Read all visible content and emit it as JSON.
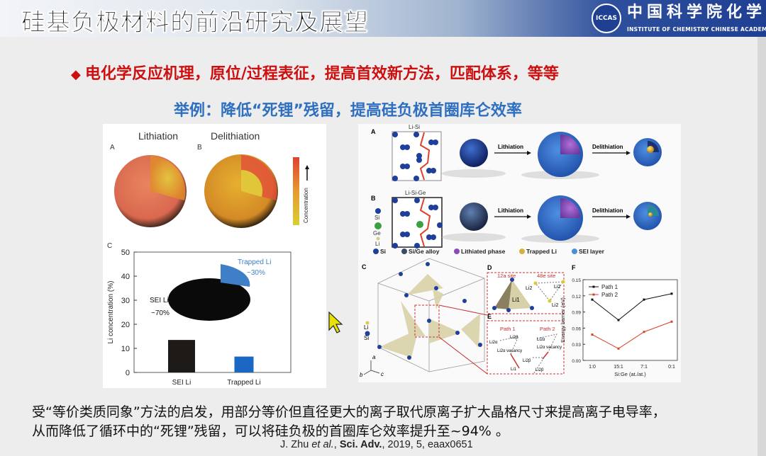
{
  "header": {
    "title": "硅基负极材料的前沿研究及展望",
    "logo_text": "ICCAS",
    "org_cn": "中国科学院化学研",
    "org_en": "INSTITUTE OF CHEMISTRY  CHINESE ACADEMY"
  },
  "bullet": {
    "icon": "diamond-icon",
    "text": "电化学反应机理，原位/过程表征，提高首效新方法，匹配体系，等等"
  },
  "subtitle": "举例：降低“死锂”残留，提高硅负极首圈库仑效率",
  "left_figure": {
    "label_a": "A",
    "label_b": "B",
    "label_c": "C",
    "lithiation": "Lithiation",
    "delithiation": "Delithiation",
    "colorbar_label": "Concentration",
    "pie": {
      "sei_label": "SEI Li",
      "sei_pct": "~70%",
      "trapped_label": "Trapped Li",
      "trapped_pct": "~30%",
      "sei_color": "#0a0a0a",
      "trapped_color": "#3f7fc8"
    }
  },
  "right_figure": {
    "label_a": "A",
    "label_b": "B",
    "label_c": "C",
    "label_d": "D",
    "label_e": "E",
    "label_f": "F",
    "lattice_a": "Li-Si",
    "lattice_b": "Li-Si-Ge",
    "side_legend": [
      "Si",
      "Ge",
      "Li"
    ],
    "lithiation": "Lithiation",
    "delithiation": "Delithiation",
    "legend": [
      {
        "label": "Si",
        "color": "#1f3f9a"
      },
      {
        "label": "Si/Ge alloy",
        "color": "#3a4a66"
      },
      {
        "label": "Lithiated phase",
        "color": "#8a4bb8"
      },
      {
        "label": "Trapped Li",
        "color": "#d9b03a"
      },
      {
        "label": "SEI layer",
        "color": "#4a90d9"
      }
    ],
    "c_legend": [
      "Li",
      "Si"
    ],
    "axes": [
      "a",
      "b",
      "c"
    ],
    "d": {
      "site1": "12a site",
      "site2": "48e site",
      "li1": "Li1",
      "li2": "Li2"
    },
    "e": {
      "path1": "Path 1",
      "path2": "Path 2",
      "li2a": "Li2α",
      "li2b": "Li2β",
      "vacancy": "Li2α vacancy",
      "li1": "Li1"
    }
  },
  "chart_data": [
    {
      "type": "bar",
      "title": "",
      "categories": [
        "SEI Li",
        "Trapped Li"
      ],
      "values": [
        13.5,
        6.6
      ],
      "colors": [
        "#1e1a18",
        "#1b67c4"
      ],
      "xlabel": "",
      "ylabel": "Li concentration (%)",
      "ylim": [
        0,
        50
      ],
      "yticks": [
        0,
        10,
        20,
        30,
        40,
        50
      ],
      "grid": false
    },
    {
      "type": "line",
      "title": "",
      "categories": [
        "1:0",
        "15:1",
        "7:1",
        "0:1"
      ],
      "xlabel": "Si:Ge (at./at.)",
      "ylabel": "Energy barrier (eV)",
      "ylim": [
        0,
        0.15
      ],
      "yticks": [
        "0.00",
        "0.03",
        "0.06",
        "0.09",
        "0.12",
        "0.15"
      ],
      "legend": "top-left",
      "grid": false,
      "series": [
        {
          "name": "Path 1",
          "color": "#111111",
          "values": [
            0.113,
            0.075,
            0.113,
            0.124
          ]
        },
        {
          "name": "Path 2",
          "color": "#d9402a",
          "values": [
            0.048,
            0.022,
            0.053,
            0.072
          ]
        }
      ]
    }
  ],
  "body": {
    "line1": "受“等价类质同象”方法的启发，用部分等价但直径更大的离子取代原离子扩大晶格尺寸来提高离子电导率，",
    "line2": "从而降低了循环中的“死锂”残留，可以将硅负极的首圈库仑效率提升至~94% 。"
  },
  "citation": {
    "authors": "J. Zhu ",
    "etal": "et al.",
    "sep": ", ",
    "journal": "Sci. Adv.",
    "rest": ", 2019, 5, eaax0651"
  }
}
